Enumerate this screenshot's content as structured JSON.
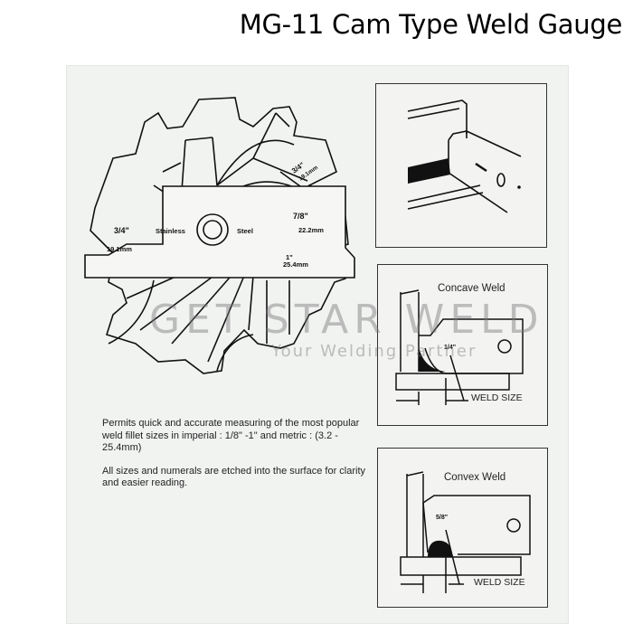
{
  "title": "MG-11 Cam Type Weld Gauge",
  "gauge": {
    "labels": {
      "stainless": "Stainless",
      "steel": "Steel",
      "left_frac": "3/4\"",
      "left_mm": "19.1mm",
      "right_frac": "1\"",
      "right_mm": "25.4mm",
      "r2_frac": "7/8\"",
      "r2_mm": "22.2mm",
      "r3_frac": "3/4\"",
      "r3_mm": "19.1mm"
    }
  },
  "description": {
    "paragraph1": "Permits quick and accurate measuring of the most popular weld fillet sizes in imperial : 1/8\" -1\" and metric : (3.2 - 25.4mm)",
    "paragraph2": "All sizes and numerals are etched into the surface for clarity and easier reading."
  },
  "panels": {
    "concave": {
      "title": "Concave Weld",
      "weld_size": "WELD SIZE"
    },
    "convex": {
      "title": "Convex Weld",
      "weld_size": "WELD SIZE"
    }
  },
  "watermark": {
    "brand": "GET STAR WELD",
    "tagline": "Your Welding Partner"
  }
}
